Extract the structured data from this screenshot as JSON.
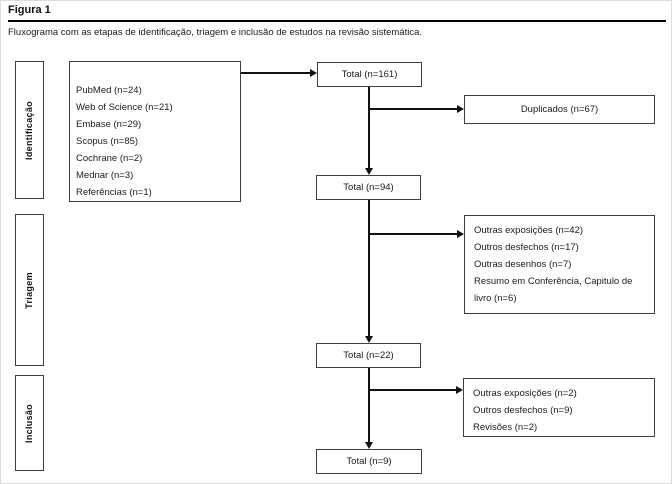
{
  "figure": {
    "label": "Figura 1",
    "caption": "Fluxograma com as etapas de identificação, triagem e inclusão de estudos na revisão sistemática."
  },
  "stages": [
    "Identificação",
    "Triagem",
    "Inclusão"
  ],
  "nodes": {
    "sources": [
      "PubMed (n=24)",
      "Web of Science (n=21)",
      "Embase (n=29)",
      "Scopus (n=85)",
      "Cochrane (n=2)",
      "Mednar (n=3)",
      "Referências (n=1)"
    ],
    "total_identified": "Total (n=161)",
    "duplicates": "Duplicados (n=67)",
    "total_after_duplicates": "Total (n=94)",
    "screening_exclusions": [
      "Outras exposições (n=42)",
      "Outros desfechos (n=17)",
      "Outras desenhos (n=7)",
      "Resumo em Conferência, Capitulo de livro (n=6)"
    ],
    "total_after_screening": "Total (n=22)",
    "eligibility_exclusions": [
      "Outras exposições (n=2)",
      "Outros desfechos (n=9)",
      "Revisões (n=2)"
    ],
    "total_included": "Total (n=9)"
  },
  "edges": [
    {
      "from": "sources",
      "to": "total_identified"
    },
    {
      "from": "total_identified",
      "to": "duplicates"
    },
    {
      "from": "total_identified",
      "to": "total_after_duplicates"
    },
    {
      "from": "total_after_duplicates",
      "to": "screening_exclusions"
    },
    {
      "from": "total_after_duplicates",
      "to": "total_after_screening"
    },
    {
      "from": "total_after_screening",
      "to": "eligibility_exclusions"
    },
    {
      "from": "total_after_screening",
      "to": "total_included"
    }
  ],
  "colors": {
    "border": "#3f3f3f",
    "line": "#111111",
    "text": "#1a1a1a",
    "background": "#ffffff"
  }
}
